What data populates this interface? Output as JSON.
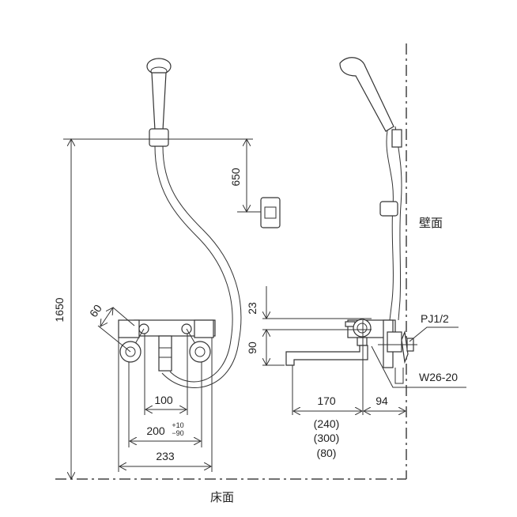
{
  "dimensions": {
    "total_height": "1650",
    "holder_height": "650",
    "depth_60": "60",
    "pitch_100": "100",
    "center_200": "200",
    "tol_plus": "+10",
    "tol_minus": "−90",
    "width_233": "233",
    "top_23": "23",
    "height_90": "90",
    "spout_170": "170",
    "wall_94": "94",
    "alt_240": "(240)",
    "alt_300": "(300)",
    "alt_80": "(80)"
  },
  "labels": {
    "wall": "壁面",
    "floor": "床面",
    "pipe_thread": "PJ1/2",
    "hose_thread": "W26-20"
  }
}
